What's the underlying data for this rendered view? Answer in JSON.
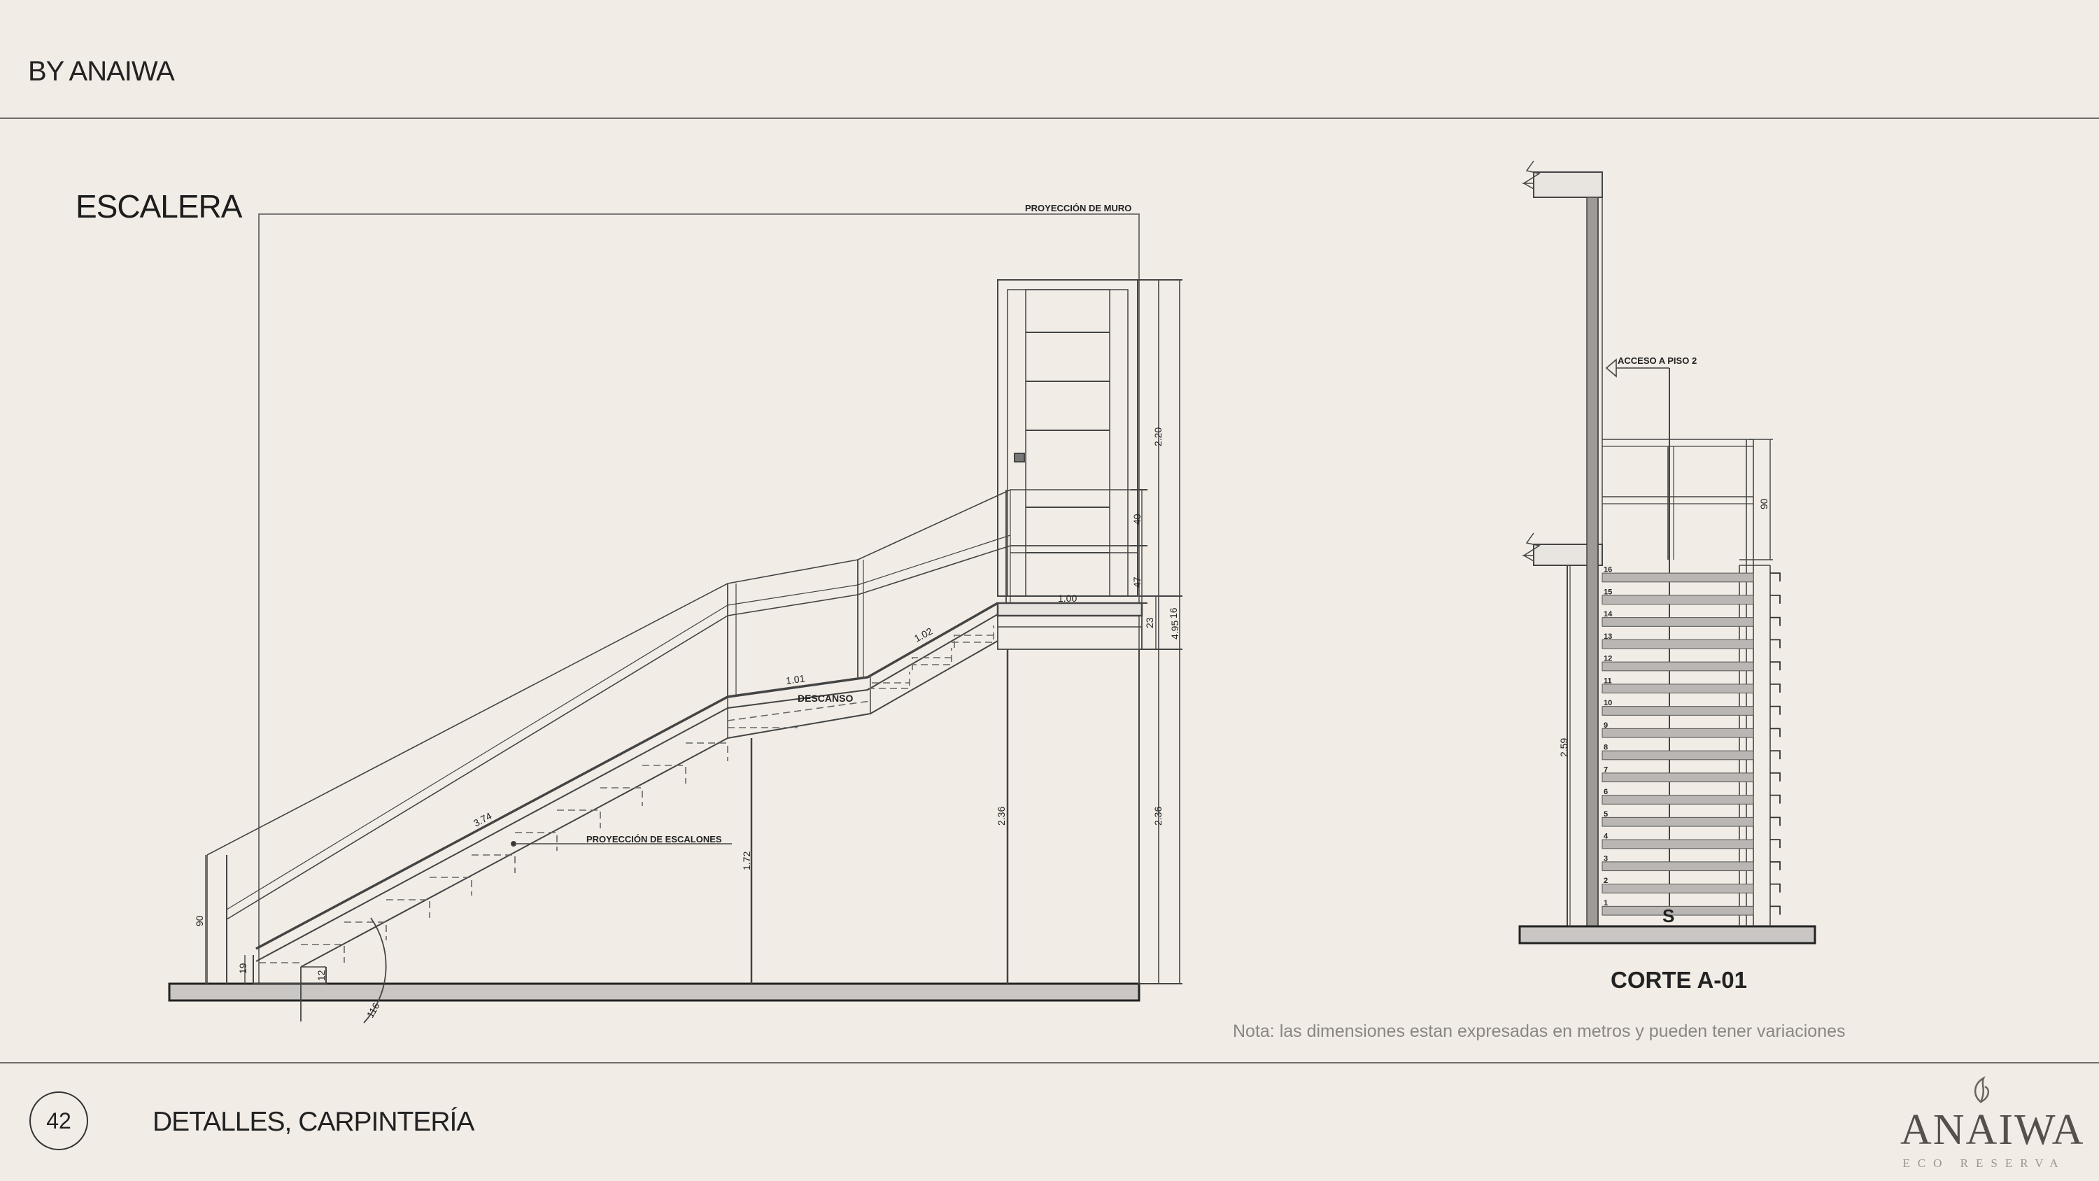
{
  "header": {
    "brand": "BY ANAIWA"
  },
  "section": {
    "title": "ESCALERA"
  },
  "elevation": {
    "wall_projection": "PROYECCIÓN DE MURO",
    "landing_label": "DESCANSO",
    "steps_projection": "PROYECCIÓN DE ESCALONES",
    "dims": {
      "door_height": "2.20",
      "rail_40": "40",
      "rail_47": "47",
      "top_16": "16",
      "top_23": "23",
      "total_height": "4.95",
      "top_landing": "1.00",
      "upper_flight": "1.02",
      "mid_landing": "1.01",
      "lower_flight": "3.74",
      "landing_height": "1.72",
      "support_236a": "2.36",
      "support_236b": "2.36",
      "rail_90": "90",
      "base_19": "19",
      "base_12": "12",
      "angle": "116"
    }
  },
  "section_cut": {
    "access_label": "ACCESO A PISO 2",
    "title": "CORTE A-01",
    "height": "2.59",
    "rail": "90",
    "arrow_label": "S",
    "steps": [
      "16",
      "15",
      "14",
      "13",
      "12",
      "11",
      "10",
      "9",
      "8",
      "7",
      "6",
      "5",
      "4",
      "3",
      "2",
      "1"
    ]
  },
  "note": "Nota: las dimensiones estan expresadas en metros y pueden tener variaciones",
  "footer": {
    "page_number": "42",
    "title": "DETALLES, CARPINTERÍA",
    "logo_name": "ANAIWA",
    "logo_sub": "ECO RESERVA"
  }
}
